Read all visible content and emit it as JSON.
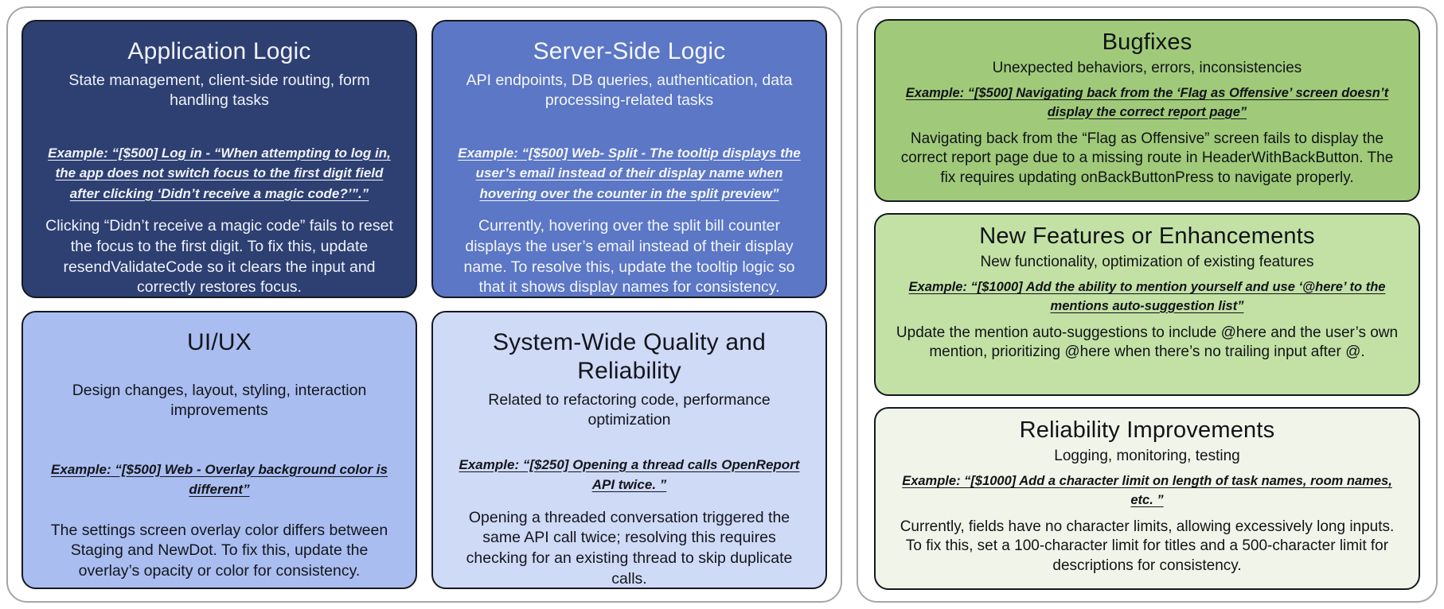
{
  "colors": {
    "panel_border": "#a5a5aa",
    "card_border": "#15181e"
  },
  "panels": {
    "left": {
      "cards": [
        {
          "id": "application-logic",
          "title": "Application Logic",
          "subtitle": "State management, client-side routing, form handling tasks",
          "example": "Example: “[$500] Log in - “When attempting to log in, the app does not switch focus to the first digit field after clicking ‘Didn’t receive a magic code?’”.”",
          "body": "Clicking “Didn’t receive a magic code” fails to reset the focus to the first digit. To fix this, update resendValidateCode so it clears the input and correctly restores focus.",
          "bg": "#2e4072",
          "fg": "#eff2fa"
        },
        {
          "id": "server-side-logic",
          "title": "Server-Side Logic",
          "subtitle": "API endpoints, DB queries, authentication, data processing-related tasks",
          "example": "Example: “[$500] Web- Split - The tooltip displays the user’s email instead of their display name when hovering over the counter in the split preview”",
          "body": "Currently, hovering over the split bill counter displays the user’s email instead of their display name. To resolve this, update the tooltip logic so that it shows display names for consistency.",
          "bg": "#5b77c5",
          "fg": "#f4f6fc"
        },
        {
          "id": "ui-ux",
          "title": "UI/UX",
          "subtitle": "Design changes, layout, styling, interaction improvements",
          "example": "Example: “[$500] Web - Overlay background color is different”",
          "body": "The settings screen overlay color differs between Staging and NewDot. To fix this, update the overlay’s opacity or color for consistency.",
          "bg": "#aabdf0",
          "fg": "#14161c"
        },
        {
          "id": "system-wide-quality-and-reliability",
          "title": "System-Wide Quality and Reliability",
          "subtitle": "Related to refactoring code, performance optimization",
          "example": "Example: “[$250] Opening a thread calls OpenReport API twice. ”",
          "body": "Opening a threaded conversation triggered the same API call twice; resolving this requires checking for an existing thread to skip duplicate calls.",
          "bg": "#cfdaf7",
          "fg": "#14161c"
        }
      ]
    },
    "right": {
      "cards": [
        {
          "id": "bugfixes",
          "title": "Bugfixes",
          "subtitle": "Unexpected behaviors, errors, inconsistencies",
          "example": "Example: “[$500] Navigating back from the ‘Flag as Offensive’ screen doesn’t display the correct report page”",
          "body": "Navigating back from the “Flag as Offensive” screen fails to display the correct report page due to a missing route in HeaderWithBackButton. The fix requires updating onBackButtonPress to navigate properly.",
          "bg": "#a0ca79",
          "fg": "#111318"
        },
        {
          "id": "new-features-or-enhancements",
          "title": "New Features or Enhancements",
          "subtitle": "New functionality, optimization of existing features",
          "example": "Example: “[$1000] Add the ability to mention yourself and use ‘@here’ to the mentions auto-suggestion list”",
          "body": "Update the mention auto-suggestions to include @here and the user’s own mention, prioritizing @here when there’s no trailing input after @.",
          "bg": "#c3e1a5",
          "fg": "#111318"
        },
        {
          "id": "reliability-improvements",
          "title": "Reliability Improvements",
          "subtitle": "Logging, monitoring, testing",
          "example": "Example: “[$1000] Add a character limit on length of task names, room names, etc. ”",
          "body": "Currently, fields have no character limits, allowing excessively long inputs. To fix this, set a 100-character limit for titles and a 500-character limit for descriptions for consistency.",
          "bg": "#f1f5e9",
          "fg": "#111318"
        }
      ]
    }
  }
}
